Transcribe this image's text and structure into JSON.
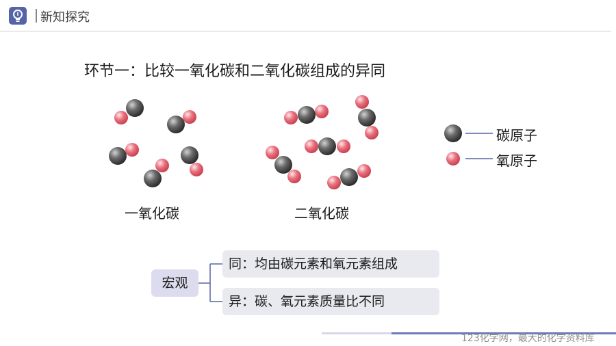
{
  "header": {
    "title": "新知探究",
    "icon": "lightbulb-icon"
  },
  "section_title": "环节一：比较一氧化碳和二氧化碳组成的异同",
  "molecules": {
    "co_label": "一氧化碳",
    "co2_label": "二氧化碳"
  },
  "legend": {
    "carbon_label": "碳原子",
    "oxygen_label": "氧原子"
  },
  "macro": {
    "label": "宏观",
    "same": "同：均由碳元素和氧元素组成",
    "diff": "异：碳、氧元素质量比不同"
  },
  "watermark": "123化学网，最大的化学资料库",
  "colors": {
    "carbon": "#555555",
    "oxygen": "#e46b7a",
    "accent": "#5563a8"
  }
}
